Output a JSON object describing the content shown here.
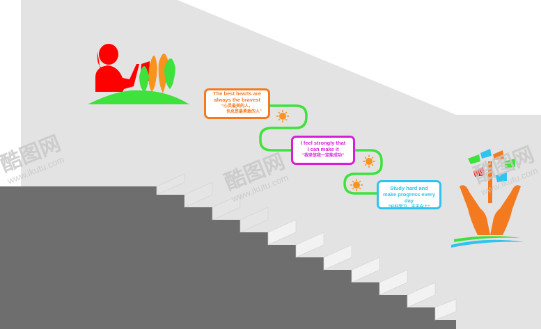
{
  "cards": [
    {
      "en1": "The best hearts are",
      "en2": "always the bravest",
      "cn1": "“心灵最美的人，",
      "cn2": "也总是最勇敢的人”",
      "color": "#f47a20"
    },
    {
      "en1": "I feel strongly that",
      "en2": "I can make it",
      "cn1": "“我坚信我一定能成功”",
      "color": "#d61fd6"
    },
    {
      "en1": "Study hard and",
      "en2": "make progress every day",
      "cn1": "“好好学习，天天向上”",
      "color": "#2fc3ef"
    }
  ],
  "colors": {
    "wall": "#e3e3e3",
    "stairs_dark": "#6e6e6e",
    "path_green": "#3fe13c",
    "sun": "#f7941d",
    "reader": "#ff0000"
  },
  "watermark": {
    "logo": "酷图网",
    "url": "www.ikutu.com"
  }
}
